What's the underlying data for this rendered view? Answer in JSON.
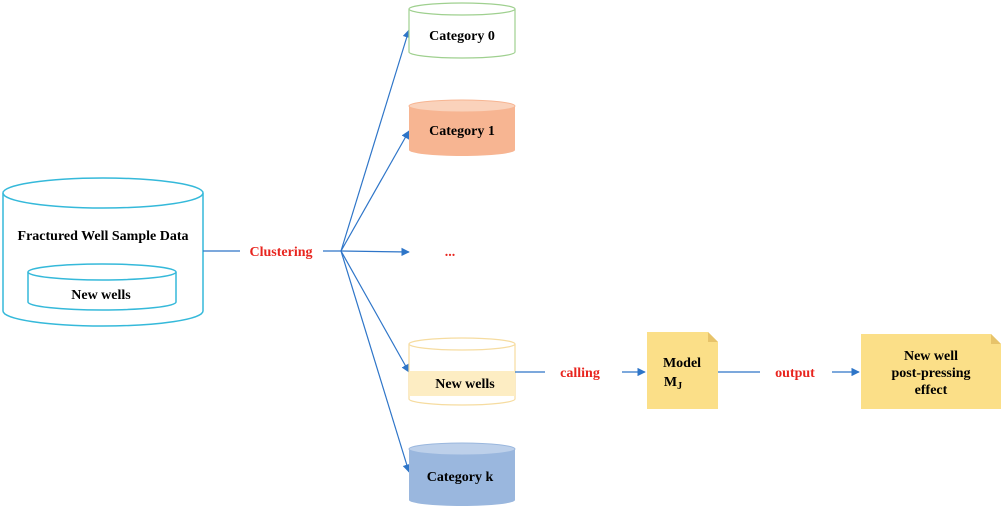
{
  "source_db": {
    "label": "Fractured Well Sample Data",
    "inner_label": "New wells",
    "color": "#35b9da"
  },
  "clustering_label": "Clustering",
  "categories": [
    {
      "label": "Category 0",
      "border": "#9fd08f",
      "fill": "#ffffff"
    },
    {
      "label": "Category 1",
      "border": "#f7b592",
      "fill": "#f7b592"
    },
    {
      "label": "...",
      "is_ellipsis": true
    },
    {
      "label": "New wells",
      "border": "#f6dca0",
      "fill": "#fff7e0",
      "band": "#fdedc3"
    },
    {
      "label": "Category k",
      "border": "#9ab7de",
      "fill": "#9ab7de"
    }
  ],
  "calling_label": "calling",
  "model": {
    "label": "Model",
    "subscript_label": "M",
    "subscript": "J",
    "color": "#fbdf88"
  },
  "output_label": "output",
  "result": {
    "lines": [
      "New well",
      "post-pressing",
      "effect"
    ],
    "color": "#fbdf88"
  },
  "colors": {
    "arrow": "#2e75c8",
    "accent_red": "#e8251f"
  }
}
